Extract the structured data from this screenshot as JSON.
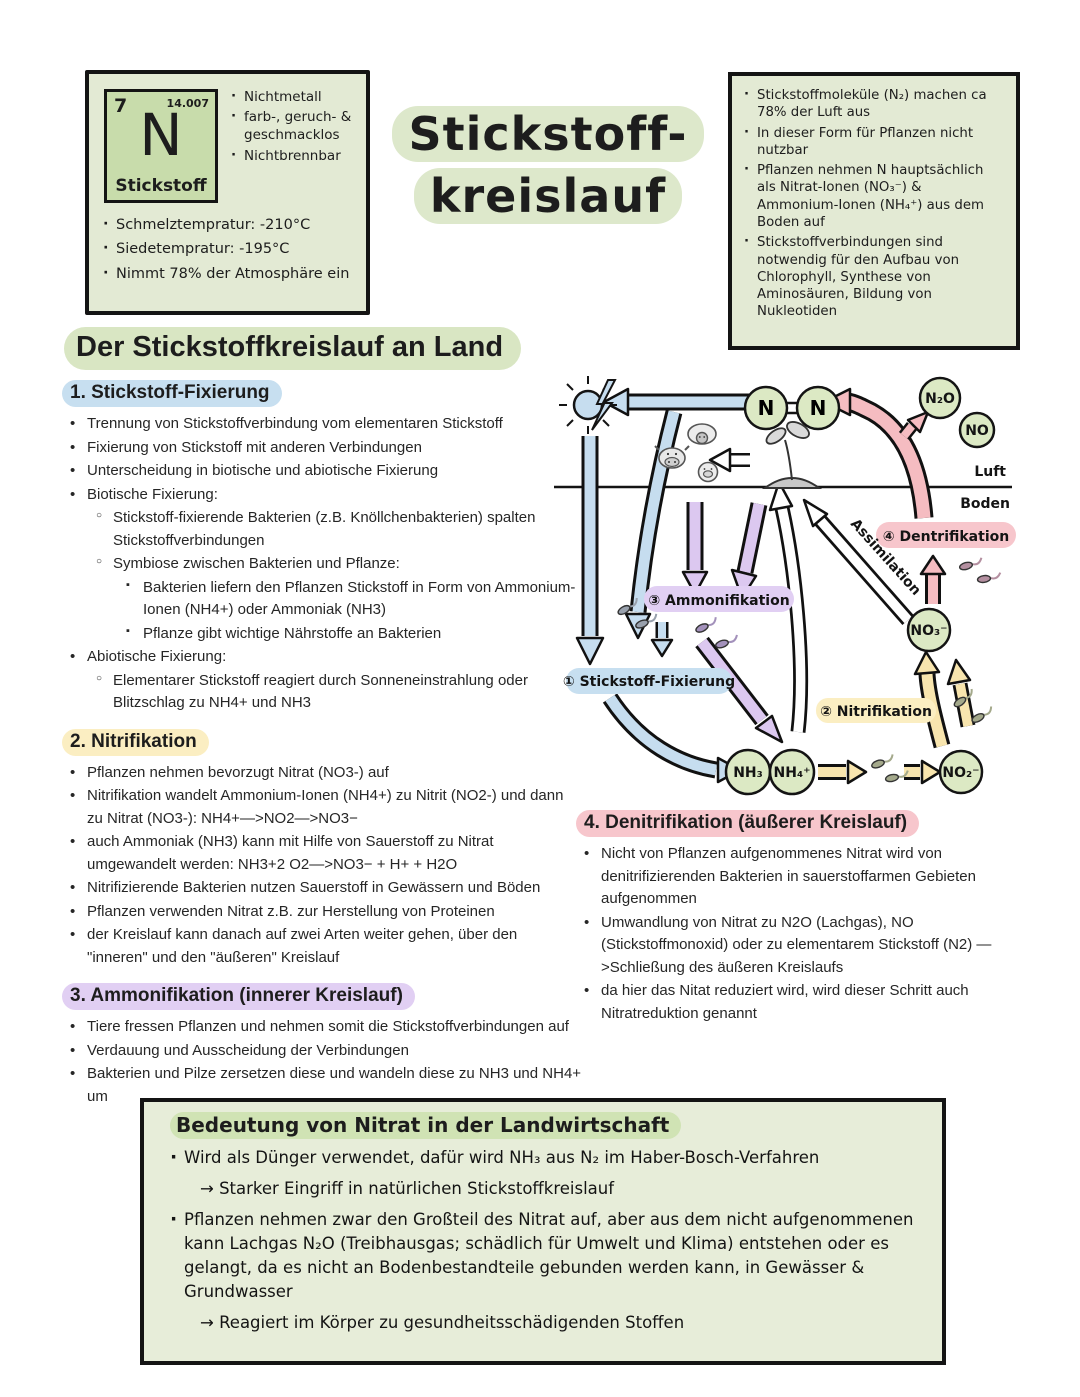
{
  "element_card": {
    "atomic_number": "7",
    "atomic_mass": "14.007",
    "symbol": "N",
    "name": "Stickstoff",
    "bullets": [
      "Nichtmetall",
      "farb-, geruch- & geschmacklos",
      "Nichtbrennbar"
    ],
    "properties": [
      "Schmelztempratur: -210°C",
      "Siedetempratur: -195°C",
      "Nimmt 78% der Atmosphäre ein"
    ]
  },
  "title": {
    "line1": "Stickstoff-",
    "line2": "kreislauf"
  },
  "intro_box": {
    "bullets": [
      "Stickstoffmoleküle (N₂) machen ca 78% der Luft aus",
      "In dieser Form für Pflanzen nicht nutzbar",
      "Pflanzen nehmen N hauptsächlich als Nitrat-Ionen (NO₃⁻) & Ammonium-Ionen (NH₄⁺) aus dem Boden auf",
      "Stickstoffverbindungen sind notwendig für den Aufbau von Chlorophyll, Synthese von Aminosäuren, Bildung von Nukleotiden"
    ]
  },
  "section_heading": "Der Stickstoffkreislauf an Land",
  "sections": {
    "s1": {
      "title": "1. Stickstoff-Fixierung",
      "items": [
        "Trennung von Stickstoffverbindung vom elementaren Stickstoff",
        "Fixierung von Stickstoff mit anderen Verbindungen",
        "Unterscheidung in biotische und abiotische Fixierung",
        "Biotische Fixierung:",
        "Stickstoff-fixierende Bakterien (z.B. Knöllchenbakterien) spalten Stickstoffverbindungen",
        "Symbiose zwischen Bakterien und Pflanze:",
        "Bakterien liefern den Pflanzen Stickstoff in Form von Ammonium-Ionen (NH4+) oder Ammoniak (NH3)",
        "Pflanze gibt wichtige Nährstoffe an Bakterien",
        "Abiotische Fixierung:",
        "Elementarer Stickstoff reagiert durch Sonneneinstrahlung oder Blitzschlag zu NH4+ und NH3"
      ]
    },
    "s2": {
      "title": "2. Nitrifikation",
      "items": [
        "Pflanzen nehmen bevorzugt Nitrat (NO3-) auf",
        "Nitrifikation wandelt Ammonium-Ionen (NH4+) zu Nitrit (NO2-) und dann zu Nitrat (NO3-): NH4+—>NO2—>NO3−",
        "auch Ammoniak (NH3) kann mit Hilfe von Sauerstoff zu Nitrat umgewandelt werden: NH3+2 O2—>NO3− + H+ + H2O",
        "Nitrifizierende Bakterien nutzen Sauerstoff in Gewässern und Böden",
        "Pflanzen verwenden Nitrat z.B. zur Herstellung von Proteinen",
        "der Kreislauf kann danach auf zwei Arten weiter gehen, über den \"inneren\" und den \"äußeren\" Kreislauf"
      ]
    },
    "s3": {
      "title": "3. Ammonifikation (innerer Kreislauf)",
      "items": [
        "Tiere fressen Pflanzen und nehmen somit die Stickstoffverbindungen auf",
        "Verdauung und Ausscheidung der Verbindungen",
        "Bakterien und Pilze zersetzen diese und wandeln diese zu NH3 und NH4+ um"
      ]
    },
    "s4": {
      "title": "4. Denitrifikation (äußerer Kreislauf)",
      "items": [
        "Nicht von Pflanzen aufgenommenes Nitrat wird von denitrifizierenden Bakterien in sauerstoffarmen Gebieten aufgenommen",
        "Umwandlung von Nitrat zu N2O (Lachgas), NO (Stickstoffmonoxid) oder zu elementarem Stickstoff (N2) —>Schließung des äußeren Kreislaufs",
        "da hier das Nitat reduziert wird, wird dieser Schritt auch Nitratreduktion genannt"
      ]
    }
  },
  "diagram": {
    "air_label": "Luft",
    "soil_label": "Boden",
    "n_left": "N",
    "n_right": "N",
    "n2o": "N₂O",
    "no": "NO",
    "nh3": "NH₃",
    "nh4": "NH₄⁺",
    "no2": "NO₂⁻",
    "no3": "NO₃⁻",
    "fixierung_label": "① Stickstoff-Fixierung",
    "nitrifikation_label": "② Nitrifikation",
    "ammonifikation_label": "③ Ammonifikation",
    "denitrifikation_label": "④ Dentrifikation",
    "assimilation_label": "Assimilation"
  },
  "bottom_box": {
    "title": "Bedeutung von Nitrat in der Landwirtschaft",
    "items": [
      {
        "text": "Wird als Dünger verwendet, dafür wird NH₃ aus N₂ im Haber-Bosch-Verfahren"
      },
      {
        "text": "→ Starker Eingriff in natürlichen Stickstoffkreislauf"
      },
      {
        "text": "Pflanzen nehmen zwar den Großteil des Nitrat auf, aber aus dem nicht aufgenommenen kann Lachgas N₂O (Treibhausgas; schädlich für Umwelt und Klima) entstehen oder es gelangt, da es nicht an Bodenbestandteile gebunden werden kann, in Gewässer & Grundwasser"
      },
      {
        "text": "→ Reagiert im Körper zu gesundheitsschädigenden Stoffen"
      }
    ]
  },
  "colors": {
    "box_green": "#e3ead4",
    "highlight_green": "#d9e6c3",
    "highlight_blue": "#c7dff0",
    "highlight_yellow": "#fbeec2",
    "highlight_purple": "#e1cff3",
    "highlight_pink": "#f7c6cc"
  }
}
